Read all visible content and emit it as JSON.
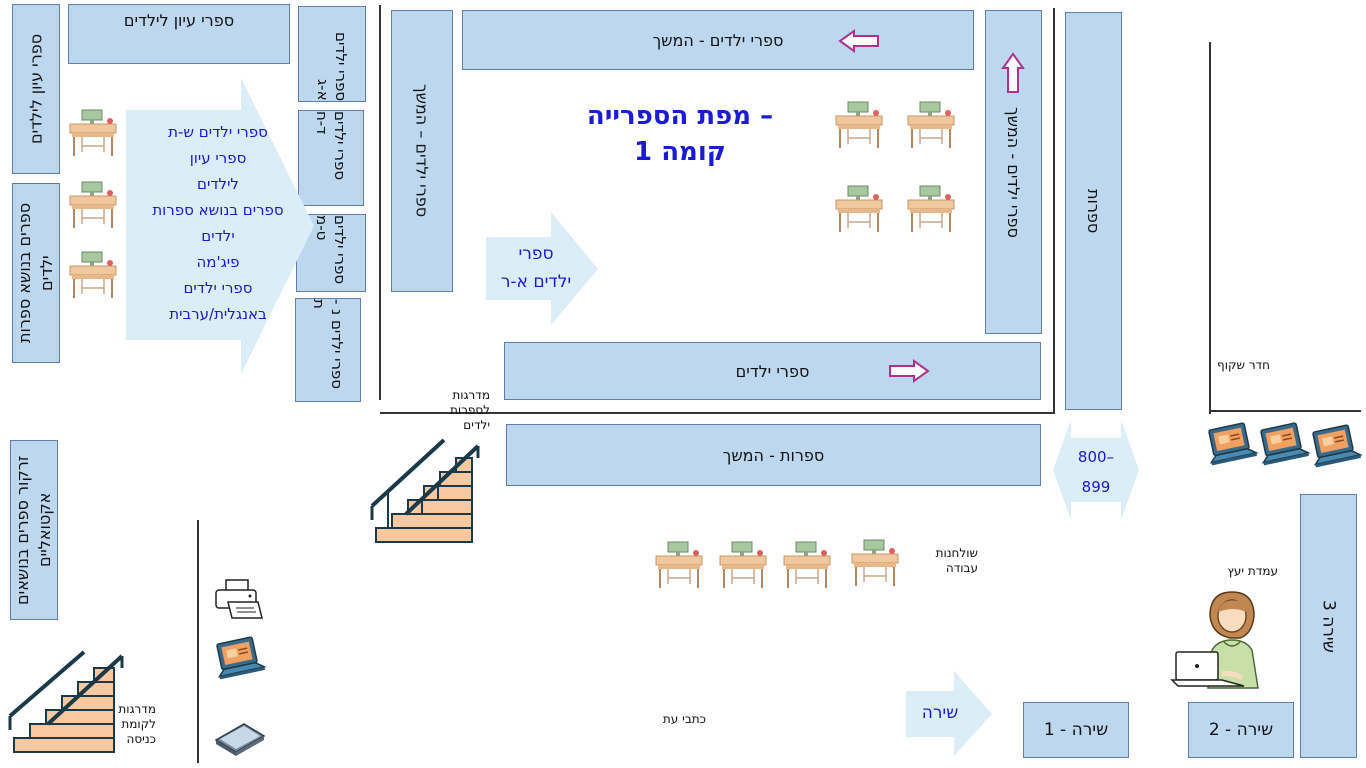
{
  "map": {
    "title_line1": "– מפת הספרייה",
    "title_line2": "קומה 1"
  },
  "shelves": {
    "top_left": "ספרי עיון לילדים",
    "left_vertical_1": "ספרי עיון לילדים",
    "left_vertical_2": "ספרים בנושא ספרות ילדים",
    "left_vertical_3": "זרקור ספרים בנושאים אקטואליים",
    "kids_alef": "ספרי ילדים א-ג",
    "kids_dalet": "ספרי ילדים ד-ח",
    "kids_tet": "ספרי ילדים ט-מ",
    "kids_nun": "ספרי ילדים נ - ת",
    "kids_cont_vertical": "ספרי ילדים – המשך",
    "kids_cont_top": "ספרי ילדים - המשך",
    "kids_cont_right": "ספרי ילדים - המשך",
    "literature": "ספרות",
    "kids_middle": "ספרי ילדים",
    "literature_cont": "ספרות - המשך",
    "poetry_1": "שירה - 1",
    "poetry_2": "שירה - 2",
    "poetry_3": "שירה 3"
  },
  "arrows": {
    "big_arrow_lines": [
      "ספרי ילדים ש-ת",
      "ספרי עיון",
      "לילדים",
      "ספרים בנושא ספרות",
      "ילדים",
      "פיג'מה",
      "ספרי ילדים",
      "באנגלית/ערבית"
    ],
    "kids_ar_line1": "ספרי",
    "kids_ar_line2": "ילדים א-ר",
    "dewey_line1": "800–",
    "dewey_line2": "899",
    "poetry_arrow": "שירה"
  },
  "labels": {
    "stairs_kids": [
      "מדרגות",
      "לספרות",
      "ילדים"
    ],
    "stairs_entrance": [
      "מדרגות",
      "לקומת",
      "כניסה"
    ],
    "work_tables": [
      "שולחנות",
      "עבודה"
    ],
    "clear_room": "חדר שקוף",
    "advisor": "עמדת יעץ",
    "periodicals": "כתבי עת"
  },
  "colors": {
    "shelf_fill": "#bdd7ee",
    "shelf_border": "#5f7fa8",
    "arrow_fill": "#dbeef7",
    "title_blue": "#1a1ad8"
  }
}
